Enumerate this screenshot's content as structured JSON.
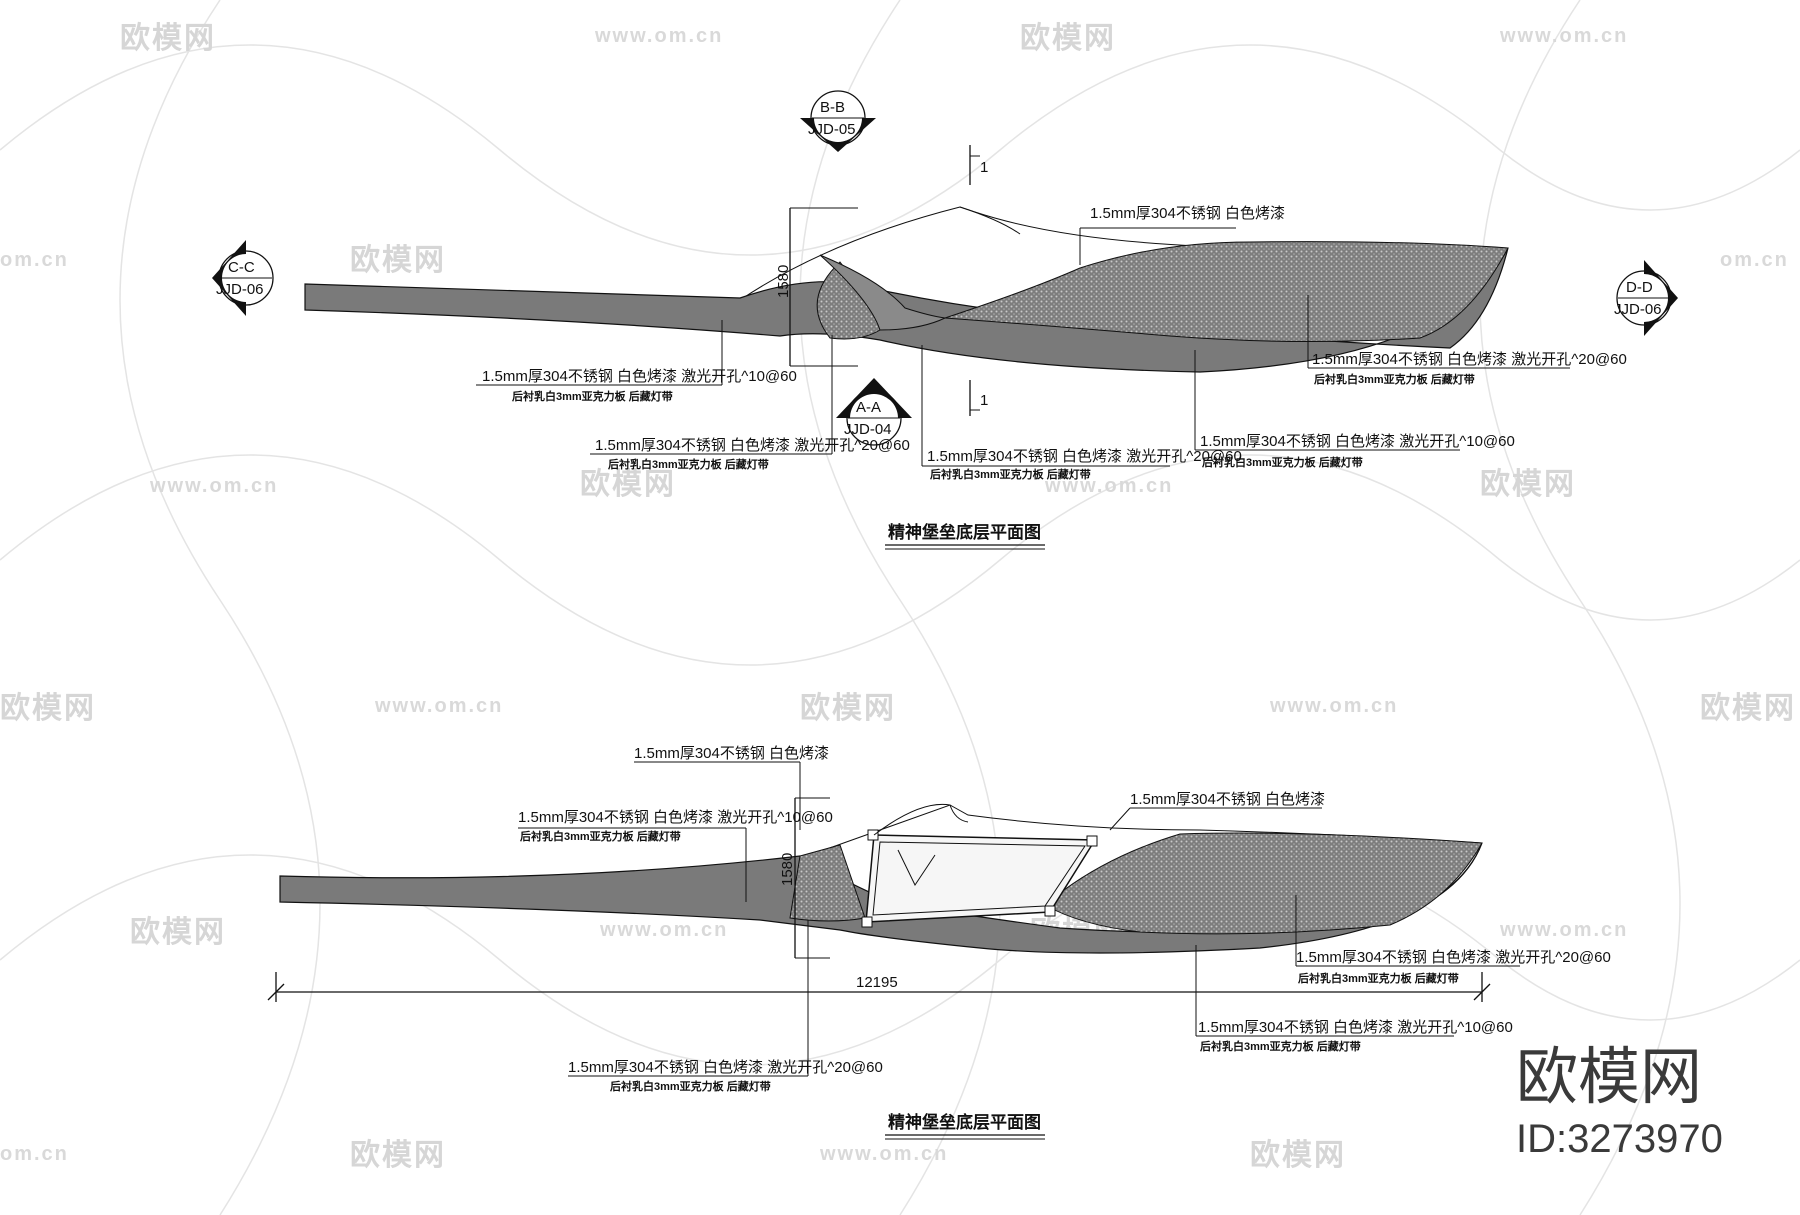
{
  "watermark": {
    "brand": "欧模网",
    "url": "www.om.cn",
    "url_short": "om.cn",
    "big_brand": "欧模网",
    "id_label": "ID:3273970"
  },
  "plan_top": {
    "title": "精神堡垒底层平面图",
    "section_marks": {
      "bb_top": "B-B",
      "bb_bottom": "JJD-05",
      "cc_top": "C-C",
      "cc_bottom": "JJD-06",
      "dd_top": "D-D",
      "dd_bottom": "JJD-06",
      "aa_top": "A-A",
      "aa_bottom": "JJD-04",
      "cut_number": "1"
    },
    "dimension": "1580",
    "labels": {
      "top_right_line1": "1.5mm厚304不锈钢 白色烤漆",
      "left_line1": "1.5mm厚304不锈钢 白色烤漆 激光开孔^10@60",
      "left_line2": "后衬乳白3mm亚克力板 后藏灯带",
      "mid_line1": "1.5mm厚304不锈钢 白色烤漆 激光开孔^20@60",
      "mid_line2": "后衬乳白3mm亚克力板 后藏灯带",
      "center_line1": "1.5mm厚304不锈钢 白色烤漆 激光开孔^20@60",
      "center_line2": "后衬乳白3mm亚克力板 后藏灯带",
      "right_line1": "1.5mm厚304不锈钢 白色烤漆 激光开孔^20@60",
      "right_line2": "后衬乳白3mm亚克力板 后藏灯带",
      "bottom_right_line1": "1.5mm厚304不锈钢 白色烤漆 激光开孔^10@60",
      "bottom_right_line2": "后衬乳白3mm亚克力板 后藏灯带"
    }
  },
  "plan_bottom": {
    "title": "精神堡垒底层平面图",
    "dimension_height": "1580",
    "dimension_length": "12195",
    "labels": {
      "top_line1": "1.5mm厚304不锈钢 白色烤漆",
      "left_line1": "1.5mm厚304不锈钢 白色烤漆 激光开孔^10@60",
      "left_line2": "后衬乳白3mm亚克力板 后藏灯带",
      "right_top_line1": "1.5mm厚304不锈钢 白色烤漆",
      "right_line1": "1.5mm厚304不锈钢 白色烤漆 激光开孔^20@60",
      "right_line2": "后衬乳白3mm亚克力板 后藏灯带",
      "bottom_mid_line1": "1.5mm厚304不锈钢 白色烤漆 激光开孔^10@60",
      "bottom_mid_line2": "后衬乳白3mm亚克力板 后藏灯带",
      "bottom_left_line1": "1.5mm厚304不锈钢 白色烤漆 激光开孔^20@60",
      "bottom_left_line2": "后衬乳白3mm亚克力板 后藏灯带"
    }
  }
}
